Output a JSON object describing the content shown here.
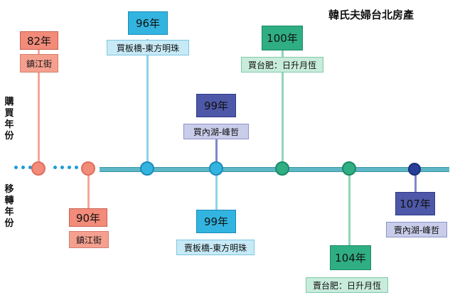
{
  "title": "韓氏夫婦台北房產",
  "side_labels": {
    "buy": "購買年份",
    "sell": "移轉年份"
  },
  "events": [
    {
      "id": "e82",
      "year": "82年",
      "label": "鎮江街"
    },
    {
      "id": "e90",
      "year": "90年",
      "label": "鎮江街"
    },
    {
      "id": "e96",
      "year": "96年",
      "label": "買板橋-東方明珠"
    },
    {
      "id": "e99b",
      "year": "99年",
      "label": "買內湖-峰哲"
    },
    {
      "id": "e99s",
      "year": "99年",
      "label": "賣板橋-東方明珠"
    },
    {
      "id": "e100",
      "year": "100年",
      "label": "買台肥：日升月恆"
    },
    {
      "id": "e104",
      "year": "104年",
      "label": "賣台肥：日升月恆"
    },
    {
      "id": "e107",
      "year": "107年",
      "label": "賣內湖-峰哲"
    }
  ],
  "colors": {
    "salmon": "#f28b7a",
    "cyan": "#33b4e0",
    "navy": "#4e58a8",
    "green": "#2fae84",
    "axis": "#5fb7c6"
  }
}
